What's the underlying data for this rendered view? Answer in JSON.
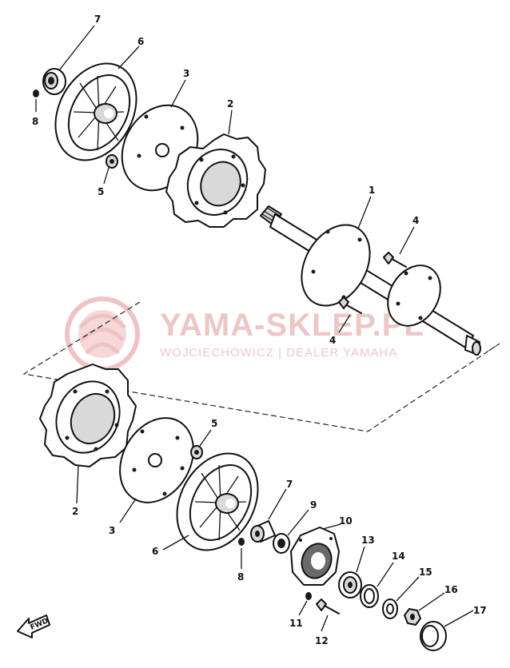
{
  "watermark": {
    "title": "YAMA-SKLEP.PL",
    "subtitle": "WOJCIECHOWICZ | DEALER YAMAHA",
    "color": "#e8a0a0"
  },
  "fwd_label": "FWD",
  "labels": {
    "top_7": "7",
    "top_6": "6",
    "top_8": "8",
    "top_3": "3",
    "top_2": "2",
    "top_5": "5",
    "top_1": "1",
    "top_4a": "4",
    "top_4b": "4",
    "bot_5": "5",
    "bot_2": "2",
    "bot_3": "3",
    "bot_6": "6",
    "bot_7": "7",
    "bot_9": "9",
    "bot_8": "8",
    "bot_10": "10",
    "bot_13": "13",
    "bot_14": "14",
    "bot_15": "15",
    "bot_16": "16",
    "bot_17": "17",
    "bot_11": "11",
    "bot_12": "12"
  }
}
